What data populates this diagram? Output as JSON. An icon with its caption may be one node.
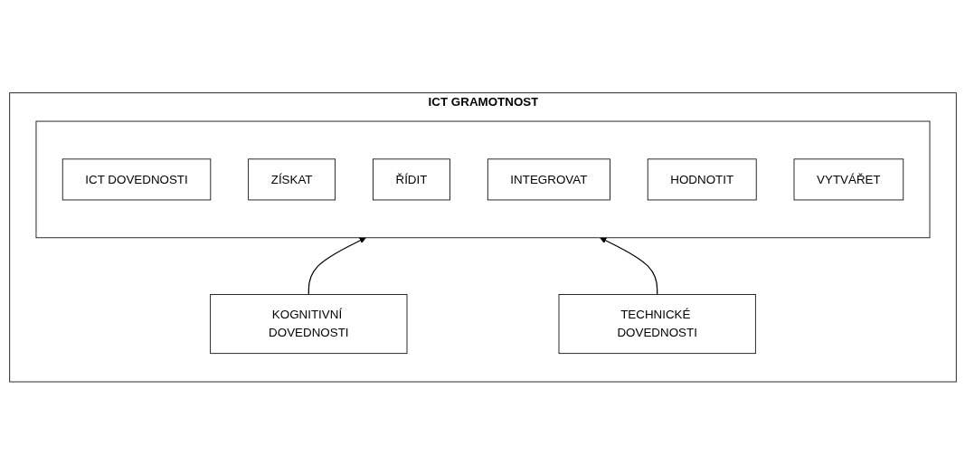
{
  "diagram": {
    "nodes": [
      {
        "text": [
          "ICT GRAMOTNOST"
        ]
      },
      {
        "text": [],
        "shape": "box",
        "in": 0
      },
      {
        "text": [
          "ICT DOVEDNOSTI"
        ],
        "in": 1
      },
      {
        "text": [
          "ZÍSKAT"
        ],
        "in": 1
      },
      {
        "text": [
          "ŘÍDIT"
        ],
        "in": 1
      },
      {
        "text": [
          "INTEGROVAT"
        ],
        "in": 1
      },
      {
        "text": [
          "HODNOTIT"
        ],
        "in": 1
      },
      {
        "text": [
          "VYTVÁŘET"
        ],
        "in": 1
      },
      {
        "text": [
          "KOGNITIVNÍ DOVEDNOSTI"
        ],
        "in": 0
      },
      {
        "text": [
          "TECHNICKÉ DOVEDNOSTI"
        ],
        "in": 0
      }
    ],
    "edges": [
      {
        "from": 8,
        "to": 1,
        "arrow": "to"
      },
      {
        "from": 9,
        "to": 1,
        "arrow": "to"
      }
    ]
  }
}
